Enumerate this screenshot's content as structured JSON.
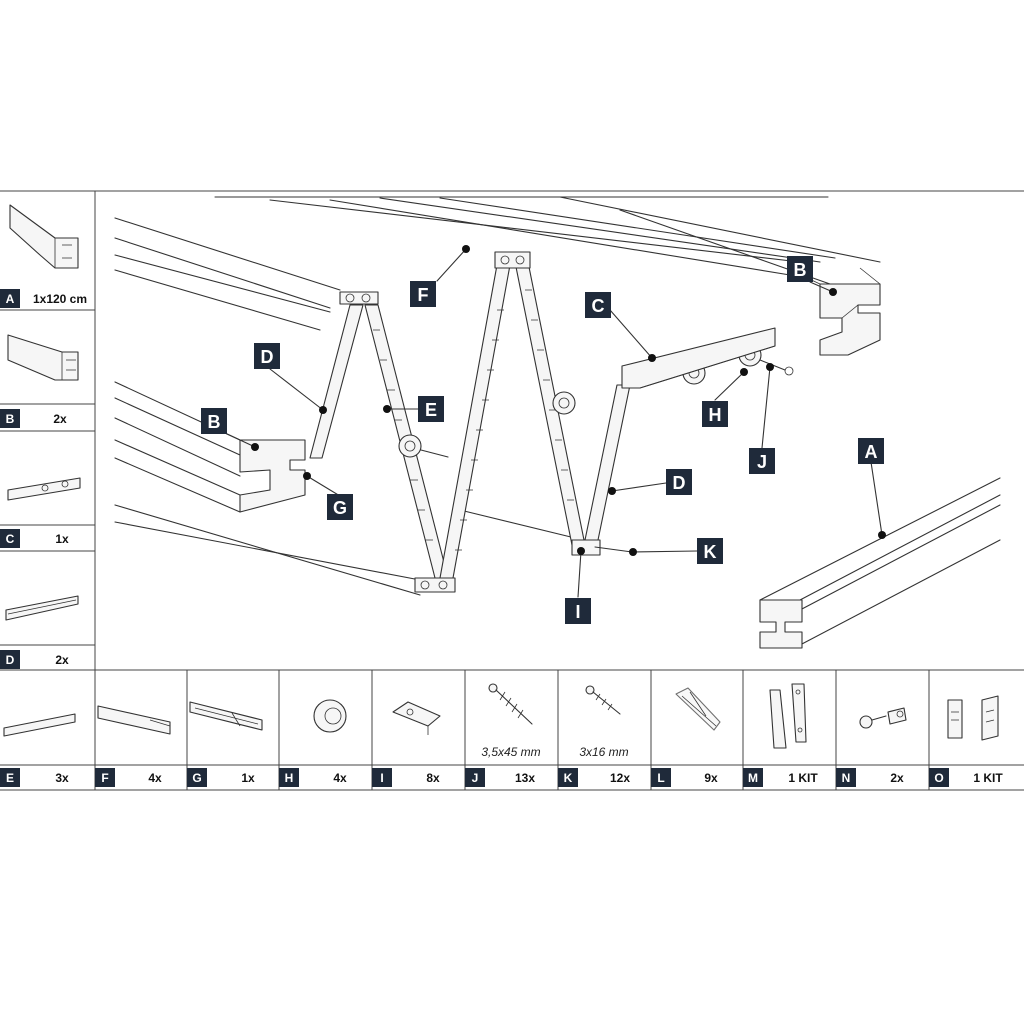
{
  "colors": {
    "badge": "#1f2a3a",
    "line": "#333333",
    "panel_border": "#444444"
  },
  "sidebar_parts": [
    {
      "letter": "A",
      "qty": "1x120 cm",
      "icon": "track-profile-icon"
    },
    {
      "letter": "B",
      "qty": "2x",
      "icon": "end-profile-icon"
    },
    {
      "letter": "C",
      "qty": "1x",
      "icon": "carriage-profile-icon"
    },
    {
      "letter": "D",
      "qty": "2x",
      "icon": "end-panel-icon"
    }
  ],
  "bottom_parts": [
    {
      "letter": "E",
      "qty": "3x",
      "note": "",
      "icon": "panel-slat-icon"
    },
    {
      "letter": "F",
      "qty": "4x",
      "note": "",
      "icon": "hinge-profile-icon"
    },
    {
      "letter": "G",
      "qty": "1x",
      "note": "",
      "icon": "guide-profile-icon"
    },
    {
      "letter": "H",
      "qty": "4x",
      "note": "",
      "icon": "roller-icon"
    },
    {
      "letter": "I",
      "qty": "8x",
      "note": "",
      "icon": "clip-icon"
    },
    {
      "letter": "J",
      "qty": "13x",
      "note": "3,5x45 mm",
      "icon": "long-screw-icon"
    },
    {
      "letter": "K",
      "qty": "12x",
      "note": "3x16 mm",
      "icon": "short-screw-icon"
    },
    {
      "letter": "L",
      "qty": "9x",
      "note": "",
      "icon": "wall-plug-icon"
    },
    {
      "letter": "M",
      "qty": "1 KIT",
      "note": "",
      "icon": "handle-kit-icon"
    },
    {
      "letter": "N",
      "qty": "2x",
      "note": "",
      "icon": "bolt-pin-icon"
    },
    {
      "letter": "O",
      "qty": "1 KIT",
      "note": "",
      "icon": "latch-kit-icon"
    }
  ],
  "callouts": [
    {
      "letter": "A"
    },
    {
      "letter": "B"
    },
    {
      "letter": "B"
    },
    {
      "letter": "C"
    },
    {
      "letter": "D"
    },
    {
      "letter": "D"
    },
    {
      "letter": "E"
    },
    {
      "letter": "F"
    },
    {
      "letter": "G"
    },
    {
      "letter": "H"
    },
    {
      "letter": "I"
    },
    {
      "letter": "J"
    },
    {
      "letter": "K"
    }
  ]
}
